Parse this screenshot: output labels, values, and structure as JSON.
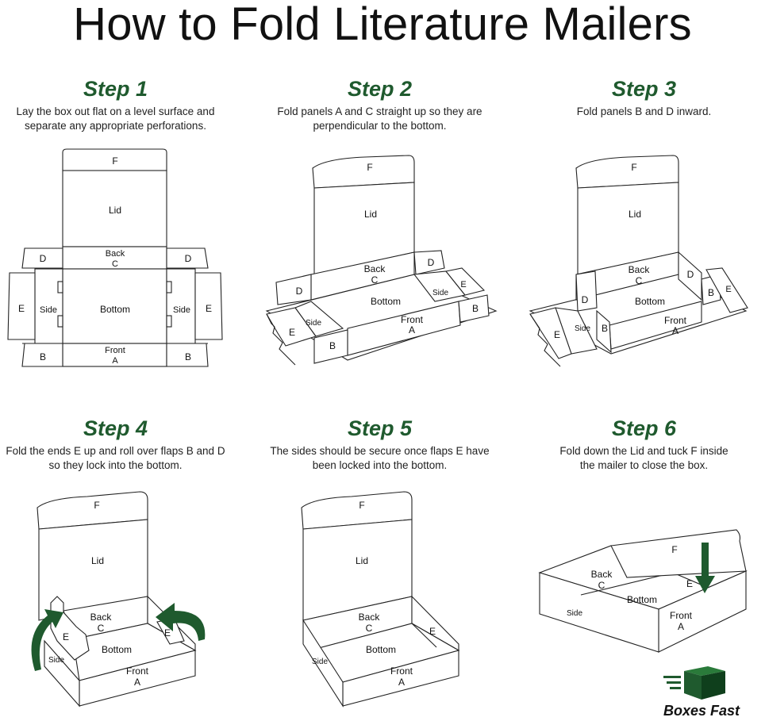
{
  "title": "How to Fold Literature Mailers",
  "steps": [
    {
      "title": "Step 1",
      "desc1": "Lay the box out flat on a level surface and",
      "desc2": "separate any appropriate perforations."
    },
    {
      "title": "Step 2",
      "desc1": "Fold panels A and C straight up so they are",
      "desc2": "perpendicular to the bottom."
    },
    {
      "title": "Step 3",
      "desc1": "Fold panels B and D inward.",
      "desc2": ""
    },
    {
      "title": "Step 4",
      "desc1": "Fold the ends E up and roll over flaps B and D",
      "desc2": "so they lock into the bottom."
    },
    {
      "title": "Step 5",
      "desc1": "The sides should be secure once flaps E have",
      "desc2": "been locked into the bottom."
    },
    {
      "title": "Step 6",
      "desc1": "Fold down the Lid and tuck F inside",
      "desc2": "the mailer to close the box."
    }
  ],
  "labels": {
    "f": "F",
    "lid": "Lid",
    "back": "Back",
    "c": "C",
    "d": "D",
    "e": "E",
    "side": "Side",
    "bottom": "Bottom",
    "front": "Front",
    "a": "A",
    "b": "B"
  },
  "brand": "Boxes Fast",
  "colors": {
    "accent": "#1f5a2e",
    "line": "#222222"
  },
  "icons": [
    "curved-arrow-icon",
    "down-arrow-icon",
    "box-logo-icon"
  ]
}
